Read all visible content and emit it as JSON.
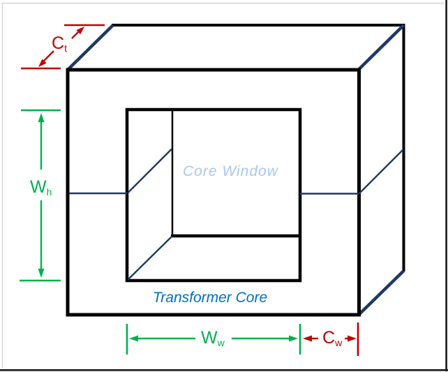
{
  "colors": {
    "dimension_red": "#C00000",
    "dimension_green": "#00B050",
    "edge_navy": "#1F3864",
    "edge_black": "#000000",
    "title_blue": "#0070C0",
    "window_blue": "#A9C8EC",
    "frame_gray": "#CFCFCF",
    "frame_dark": "#1A1A1A"
  },
  "diagram": {
    "core_label": "Transformer Core",
    "window_label": "Core Window",
    "dimensions": {
      "core_thickness": {
        "main": "C",
        "sub": "t"
      },
      "window_height": {
        "main": "W",
        "sub": "h"
      },
      "window_width": {
        "main": "W",
        "sub": "w"
      },
      "core_width": {
        "main": "C",
        "sub": "w"
      }
    }
  }
}
